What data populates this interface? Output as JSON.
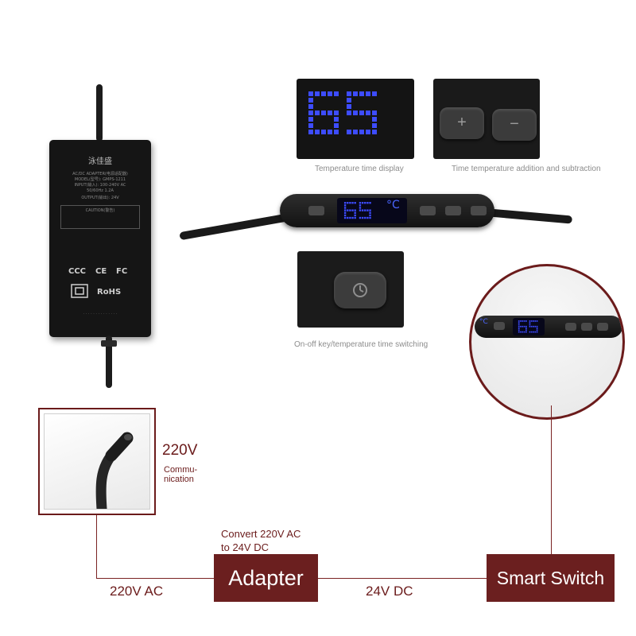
{
  "adapter_photo": {
    "brand": "泳佳盛",
    "spec_line1": "AC/DC ADAPTER(电源适配器)",
    "spec_line2": "MODEL(型号): GMPS-1211",
    "spec_line3": "INPUT(输入): 100-240V AC",
    "spec_line4": "50/60Hz 1.2A",
    "spec_line5": "OUTPUT(输出): 24V",
    "caution": "CAUTION(警告)",
    "cert_ccc": "CCC",
    "cert_ce": "CE",
    "cert_fc": "FC",
    "cert_rohs": "RoHS"
  },
  "panels": {
    "display": {
      "digits": "65",
      "caption": "Temperature time display"
    },
    "plusminus": {
      "plus": "+",
      "minus": "−",
      "caption": "Time temperature addition and subtraction"
    },
    "power": {
      "caption": "On-off key/temperature time switching"
    }
  },
  "controller": {
    "digits": "65",
    "unit": "°C"
  },
  "zoom": {
    "digits": "65",
    "unit": "°C"
  },
  "plug": {
    "voltage": "220V",
    "note": "Commu-\nnication"
  },
  "flow": {
    "convert_note": "Convert 220V AC\nto 24V DC",
    "input_label": "220V AC",
    "adapter_label": "Adapter",
    "output_label": "24V DC",
    "switch_label": "Smart Switch"
  },
  "colors": {
    "accent": "#6b1f1f",
    "digit_blue": "#3d4cff"
  }
}
